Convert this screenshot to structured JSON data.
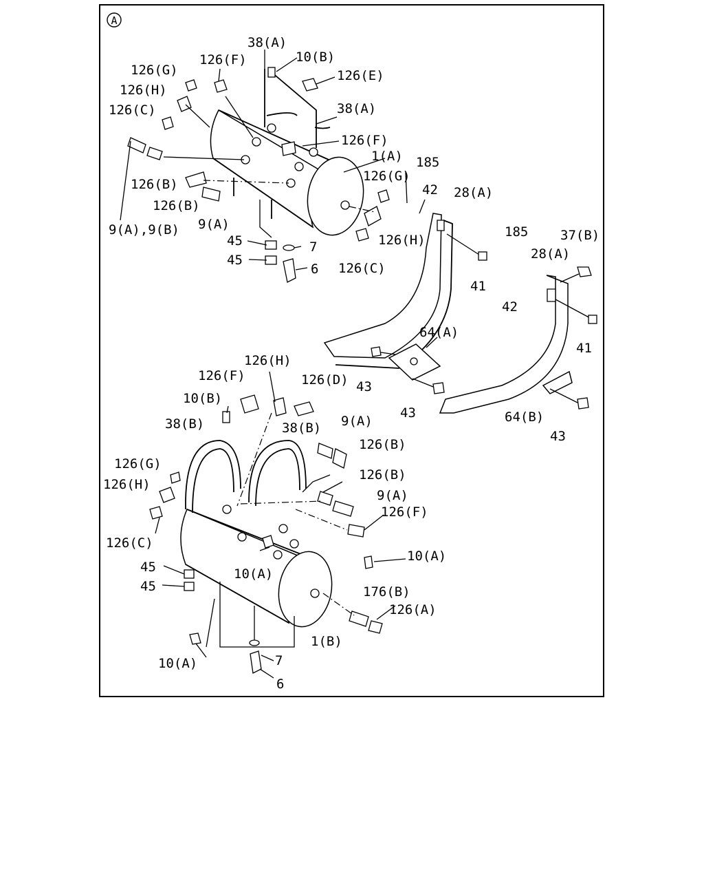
{
  "section_mark": "A",
  "labels": {
    "top": {
      "l_38A_1": "38(A)",
      "l_10B": "10(B)",
      "l_126F_1": "126(F)",
      "l_126G_1": "126(G)",
      "l_126E": "126(E)",
      "l_126H_1": "126(H)",
      "l_126C_1": "126(C)",
      "l_38A_2": "38(A)",
      "l_126F_2": "126(F)",
      "l_1A": "1(A)",
      "l_185_1": "185",
      "l_126B_1": "126(B)",
      "l_126G_2": "126(G)",
      "l_42_1": "42",
      "l_28A_1": "28(A)",
      "l_126B_2": "126(B)",
      "l_9A_1": "9(A)",
      "l_9A9B": "9(A),9(B)",
      "l_126H_2": "126(H)",
      "l_185_2": "185",
      "l_37B": "37(B)",
      "l_45_1": "45",
      "l_7_1": "7",
      "l_28A_2": "28(A)",
      "l_45_2": "45",
      "l_6_1": "6",
      "l_126C_2": "126(C)",
      "l_41_1": "41",
      "l_42_2": "42",
      "l_41_2": "41",
      "l_64A": "64(A)",
      "l_43_1": "43",
      "l_43_2": "43",
      "l_64B": "64(B)",
      "l_43_3": "43"
    },
    "bottom": {
      "l_126H_3": "126(H)",
      "l_126F_3": "126(F)",
      "l_126D": "126(D)",
      "l_10B_2": "10(B)",
      "l_38B_1": "38(B)",
      "l_38B_2": "38(B)",
      "l_9A_2": "9(A)",
      "l_126B_3": "126(B)",
      "l_126G_3": "126(G)",
      "l_126B_4": "126(B)",
      "l_126H_4": "126(H)",
      "l_9A_3": "9(A)",
      "l_126F_4": "126(F)",
      "l_126C_3": "126(C)",
      "l_10A_1": "10(A)",
      "l_45_3": "45",
      "l_10A_2": "10(A)",
      "l_45_4": "45",
      "l_176B": "176(B)",
      "l_126A": "126(A)",
      "l_1B": "1(B)",
      "l_7_2": "7",
      "l_10A_3": "10(A)",
      "l_6_2": "6"
    }
  }
}
